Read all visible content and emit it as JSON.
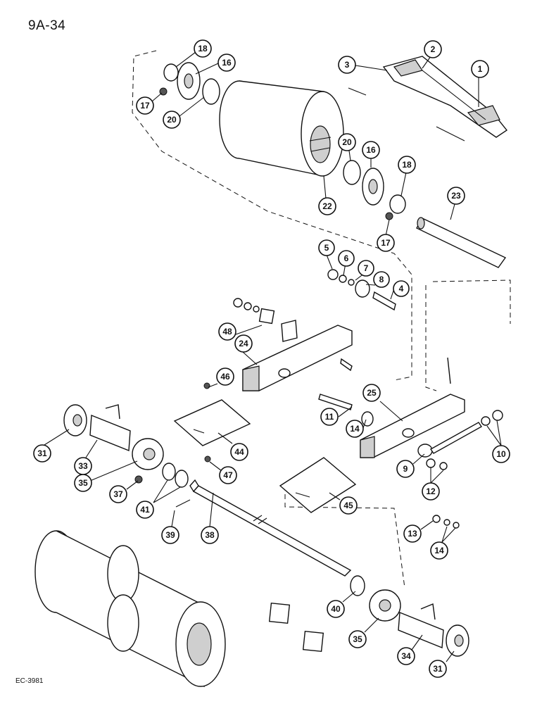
{
  "page_number": "9A-34",
  "figure_code": "EC-3981",
  "callouts": [
    {
      "id": "c18a",
      "label": "18"
    },
    {
      "id": "c16a",
      "label": "16"
    },
    {
      "id": "c17a",
      "label": "17"
    },
    {
      "id": "c20a",
      "label": "20"
    },
    {
      "id": "c3",
      "label": "3"
    },
    {
      "id": "c2",
      "label": "2"
    },
    {
      "id": "c1",
      "label": "1"
    },
    {
      "id": "c20b",
      "label": "20"
    },
    {
      "id": "c16b",
      "label": "16"
    },
    {
      "id": "c18b",
      "label": "18"
    },
    {
      "id": "c22",
      "label": "22"
    },
    {
      "id": "c17b",
      "label": "17"
    },
    {
      "id": "c23",
      "label": "23"
    },
    {
      "id": "c5",
      "label": "5"
    },
    {
      "id": "c6",
      "label": "6"
    },
    {
      "id": "c7",
      "label": "7"
    },
    {
      "id": "c8",
      "label": "8"
    },
    {
      "id": "c4",
      "label": "4"
    },
    {
      "id": "c48",
      "label": "48"
    },
    {
      "id": "c24",
      "label": "24"
    },
    {
      "id": "c46",
      "label": "46"
    },
    {
      "id": "c25",
      "label": "25"
    },
    {
      "id": "c11",
      "label": "11"
    },
    {
      "id": "c14a",
      "label": "14"
    },
    {
      "id": "c31a",
      "label": "31"
    },
    {
      "id": "c33",
      "label": "33"
    },
    {
      "id": "c35a",
      "label": "35"
    },
    {
      "id": "c44",
      "label": "44"
    },
    {
      "id": "c37",
      "label": "37"
    },
    {
      "id": "c47",
      "label": "47"
    },
    {
      "id": "c41",
      "label": "41"
    },
    {
      "id": "c39",
      "label": "39"
    },
    {
      "id": "c38",
      "label": "38"
    },
    {
      "id": "c45",
      "label": "45"
    },
    {
      "id": "c9",
      "label": "9"
    },
    {
      "id": "c10",
      "label": "10"
    },
    {
      "id": "c12",
      "label": "12"
    },
    {
      "id": "c13",
      "label": "13"
    },
    {
      "id": "c14b",
      "label": "14"
    },
    {
      "id": "c40",
      "label": "40"
    },
    {
      "id": "c35b",
      "label": "35"
    },
    {
      "id": "c34",
      "label": "34"
    },
    {
      "id": "c31b",
      "label": "31"
    }
  ]
}
